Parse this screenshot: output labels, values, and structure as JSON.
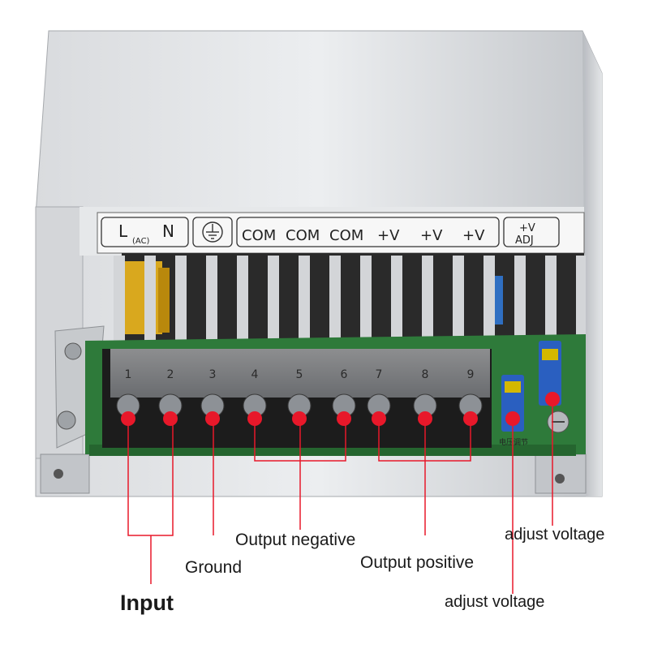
{
  "label_strip": {
    "l": "L",
    "ac": "(AC)",
    "n": "N",
    "com": "COM",
    "vplus": "+V",
    "adj_top": "+V",
    "adj_bottom": "ADJ"
  },
  "terminals": [
    "1",
    "2",
    "3",
    "4",
    "5",
    "6",
    "7",
    "8",
    "9"
  ],
  "pcb_marks": {
    "adjust": "电压调节"
  },
  "labels": {
    "input": "Input",
    "ground": "Ground",
    "output_negative": "Output negative",
    "output_positive": "Output positive",
    "adjust_voltage_1": "adjust voltage",
    "adjust_voltage_2": "adjust voltage"
  },
  "colors": {
    "marker": "#e8182a",
    "leader": "#e8182a",
    "housing": "#c9ccd0",
    "pcb": "#2e7a3a",
    "terminal_block": "#1c1c1c",
    "potentiometer": "#2a5fc0"
  }
}
